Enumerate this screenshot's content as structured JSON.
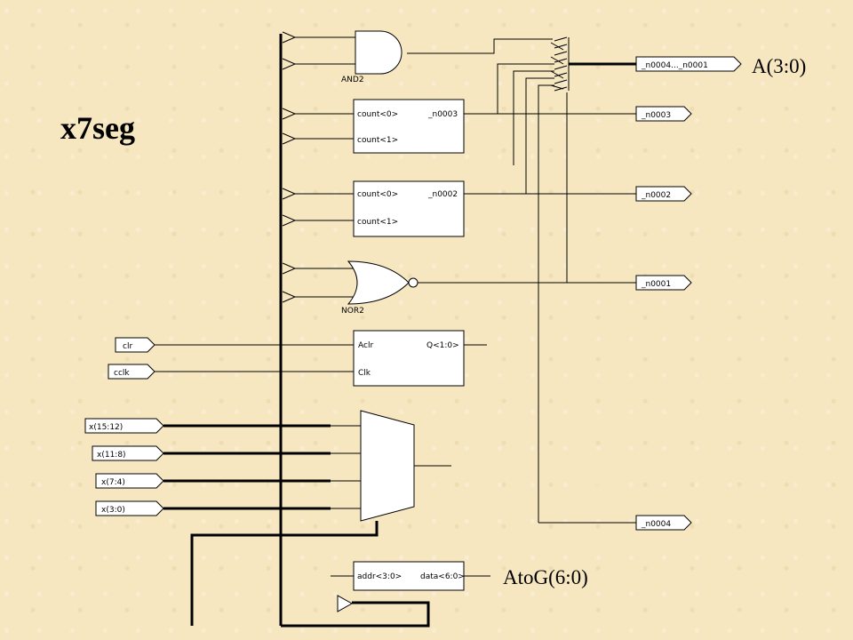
{
  "slide": {
    "title": "x7seg",
    "callout_a": "A(3:0)",
    "callout_atog": "AtoG(6:0)"
  },
  "gates": {
    "and2": "AND2",
    "nor2": "NOR2"
  },
  "blocks": {
    "cmp_n0003": {
      "in0": "count<0>",
      "in1": "count<1>",
      "out": "_n0003"
    },
    "cmp_n0002": {
      "in0": "count<0>",
      "in1": "count<1>",
      "out": "_n0002"
    },
    "counter": {
      "in_aclr": "Aclr",
      "in_clk": "Clk",
      "out": "Q<1:0>"
    },
    "rom": {
      "in": "addr<3:0>",
      "out": "data<6:0>"
    }
  },
  "input_ports": [
    "clr",
    "cclk",
    "x(15:12)",
    "x(11:8)",
    "x(7:4)",
    "x(3:0)"
  ],
  "output_ports": [
    "_n0004..._n0001",
    "_n0003",
    "_n0002",
    "_n0001",
    "_n0004"
  ]
}
